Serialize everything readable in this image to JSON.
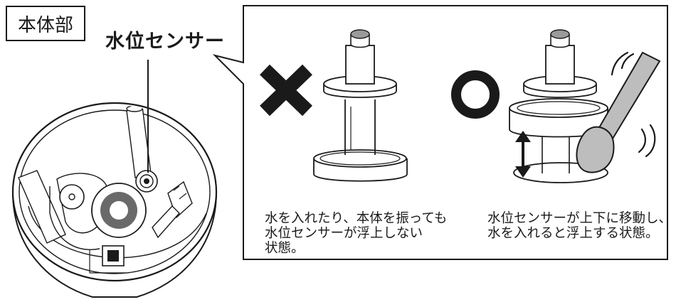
{
  "body_label": "本体部",
  "sensor_label": "水位センサー",
  "bad_example": {
    "mark": "✕",
    "caption": "水を入れたり、本体を振っても\n水位センサーが浮上しない\n状態。"
  },
  "good_example": {
    "mark": "〇",
    "caption": "水位センサーが上下に移動し、\n水を入れると浮上する状態。"
  },
  "colors": {
    "line": "#1a1a1a",
    "gray": "#bdbdbd",
    "dark_gray": "#6a6a6a"
  },
  "icons": [
    "cross-mark-icon",
    "circle-mark-icon",
    "up-down-arrow-icon",
    "swab-icon",
    "shake-lines-icon"
  ]
}
